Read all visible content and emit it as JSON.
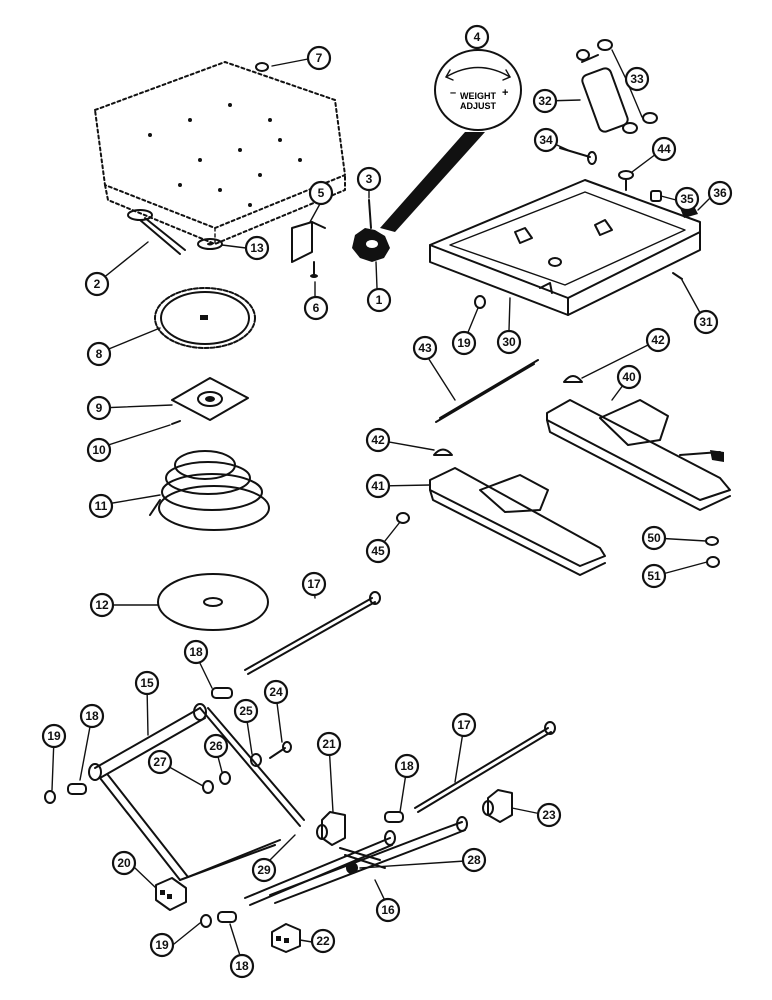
{
  "callouts": [
    "1",
    "2",
    "3",
    "4",
    "5",
    "6",
    "7",
    "8",
    "9",
    "10",
    "11",
    "12",
    "13",
    "15",
    "16",
    "17",
    "18",
    "19",
    "20",
    "21",
    "22",
    "23",
    "24",
    "25",
    "26",
    "27",
    "28",
    "29",
    "30",
    "31",
    "32",
    "33",
    "34",
    "35",
    "36",
    "40",
    "41",
    "42",
    "43",
    "44",
    "45",
    "50",
    "51"
  ],
  "knob_label": {
    "line1": "WEIGHT",
    "line2": "ADJUST",
    "minus": "–",
    "plus": "+"
  }
}
